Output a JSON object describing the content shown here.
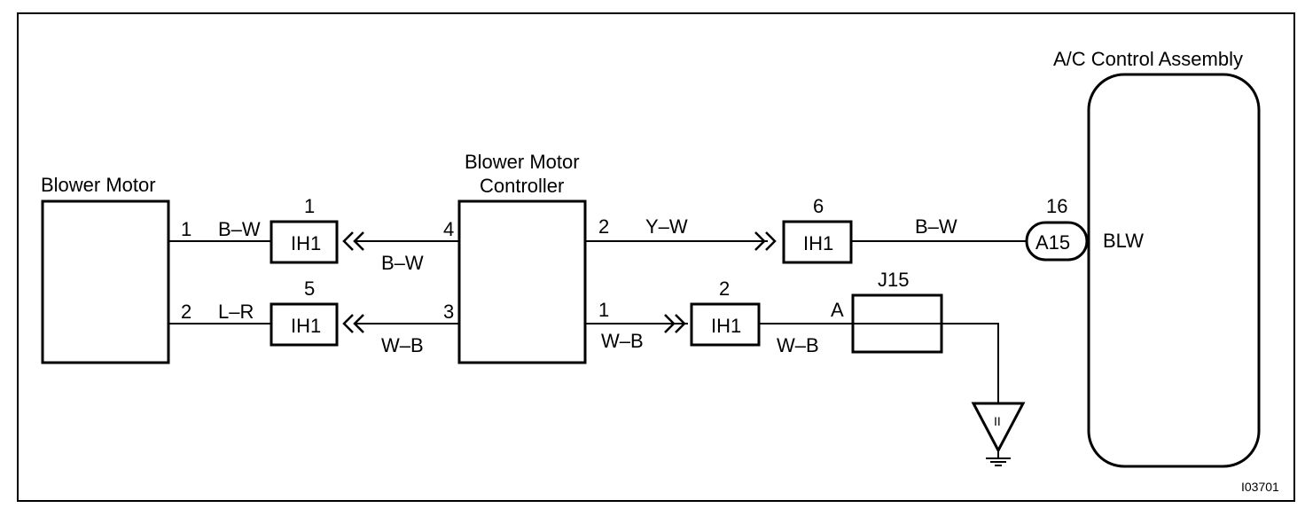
{
  "components": {
    "blower_motor": {
      "label": "Blower Motor",
      "pin_top": "1",
      "pin_bottom": "2"
    },
    "controller": {
      "label_line1": "Blower Motor",
      "label_line2": "Controller",
      "pin_4": "4",
      "pin_3": "3",
      "pin_2": "2",
      "pin_1": "1"
    },
    "ac_control": {
      "label": "A/C Control Assembly",
      "terminal": "BLW"
    }
  },
  "connectors": {
    "ih1_pin1": {
      "name": "IH1",
      "pin": "1"
    },
    "ih1_pin5": {
      "name": "IH1",
      "pin": "5"
    },
    "ih1_pin6": {
      "name": "IH1",
      "pin": "6"
    },
    "ih1_pin2": {
      "name": "IH1",
      "pin": "2"
    },
    "a15": {
      "name": "A15",
      "pin": "16"
    },
    "j15": {
      "name": "J15",
      "pin": "A"
    }
  },
  "wires": {
    "bm1_to_ih1": "B–W",
    "bm2_to_ih1": "L–R",
    "ih1_to_ctrl4": "B–W",
    "ih1_to_ctrl3": "W–B",
    "ctrl2_to_ih1": "Y–W",
    "ih1_to_a15": "B–W",
    "ctrl1_to_ih1": "W–B",
    "ih1_to_j15": "W–B"
  },
  "ground": {
    "label": "II"
  },
  "figure_id": "I03701"
}
